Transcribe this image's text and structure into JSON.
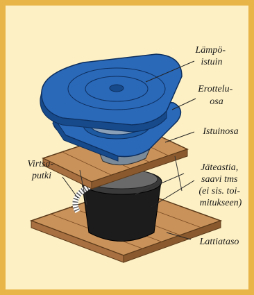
{
  "colors": {
    "background": "#fdf0c4",
    "border": "#e8b548",
    "seat_blue": "#2a68b8",
    "seat_blue_dark": "#174a8a",
    "wood": "#c9925a",
    "wood_dark": "#8a5a2e",
    "bucket": "#1c1c1c"
  },
  "labels": {
    "lampoistuin": [
      "Lämpö-",
      "istuin"
    ],
    "erotteluosa": [
      "Erottelu-",
      "osa"
    ],
    "istuinosa": [
      "Istuinosa"
    ],
    "jateastia": [
      "Jäteastia,",
      "saavi tms",
      "(ei sis. toi-",
      "mitukseen)"
    ],
    "virtsaputki": [
      "Virtsa-",
      "putki"
    ],
    "lattiataso": [
      "Lattiataso"
    ]
  }
}
